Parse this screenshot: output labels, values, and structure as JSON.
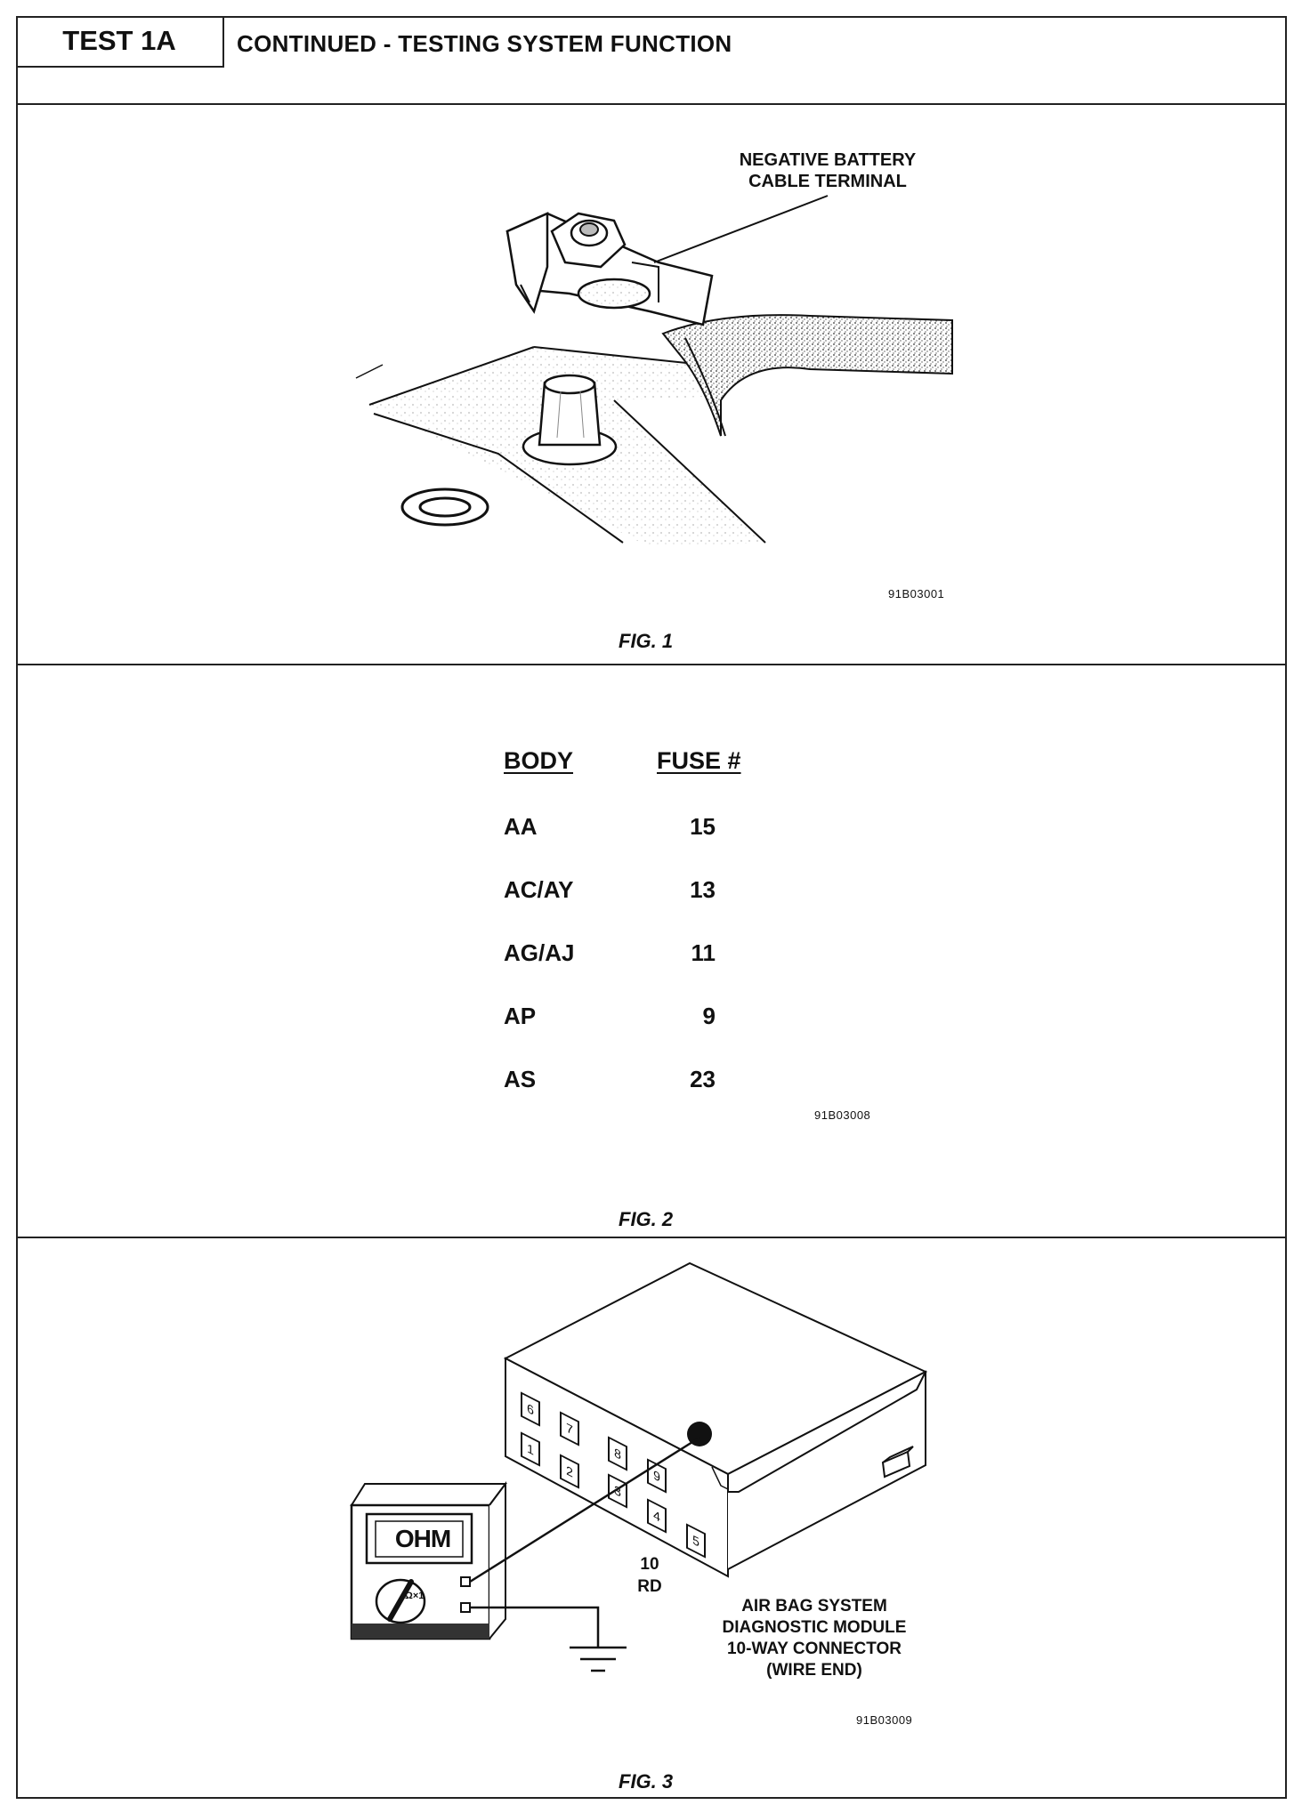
{
  "header": {
    "test_label": "TEST 1A",
    "title": "CONTINUED - TESTING SYSTEM FUNCTION"
  },
  "fig1": {
    "callout_line1": "NEGATIVE BATTERY",
    "callout_line2": "CABLE TERMINAL",
    "code": "91B03001",
    "caption": "FIG. 1"
  },
  "fig2": {
    "col_body": "BODY",
    "col_fuse": "FUSE #",
    "rows": [
      {
        "body": "AA",
        "fuse": "15"
      },
      {
        "body": "AC/AY",
        "fuse": "13"
      },
      {
        "body": "AG/AJ",
        "fuse": "11"
      },
      {
        "body": "AP",
        "fuse": "9"
      },
      {
        "body": "AS",
        "fuse": "23"
      }
    ],
    "code": "91B03008",
    "caption": "FIG. 2"
  },
  "fig3": {
    "meter_display": "OHM",
    "meter_range": "Ω×1",
    "pins": [
      "6",
      "7",
      "8",
      "9",
      "1",
      "2",
      "3",
      "4",
      "5"
    ],
    "wire_line1": "10",
    "wire_line2": "RD",
    "connector_line1": "AIR BAG SYSTEM",
    "connector_line2": "DIAGNOSTIC MODULE",
    "connector_line3": "10-WAY CONNECTOR",
    "connector_line4": "(WIRE END)",
    "code": "91B03009",
    "caption": "FIG. 3"
  }
}
